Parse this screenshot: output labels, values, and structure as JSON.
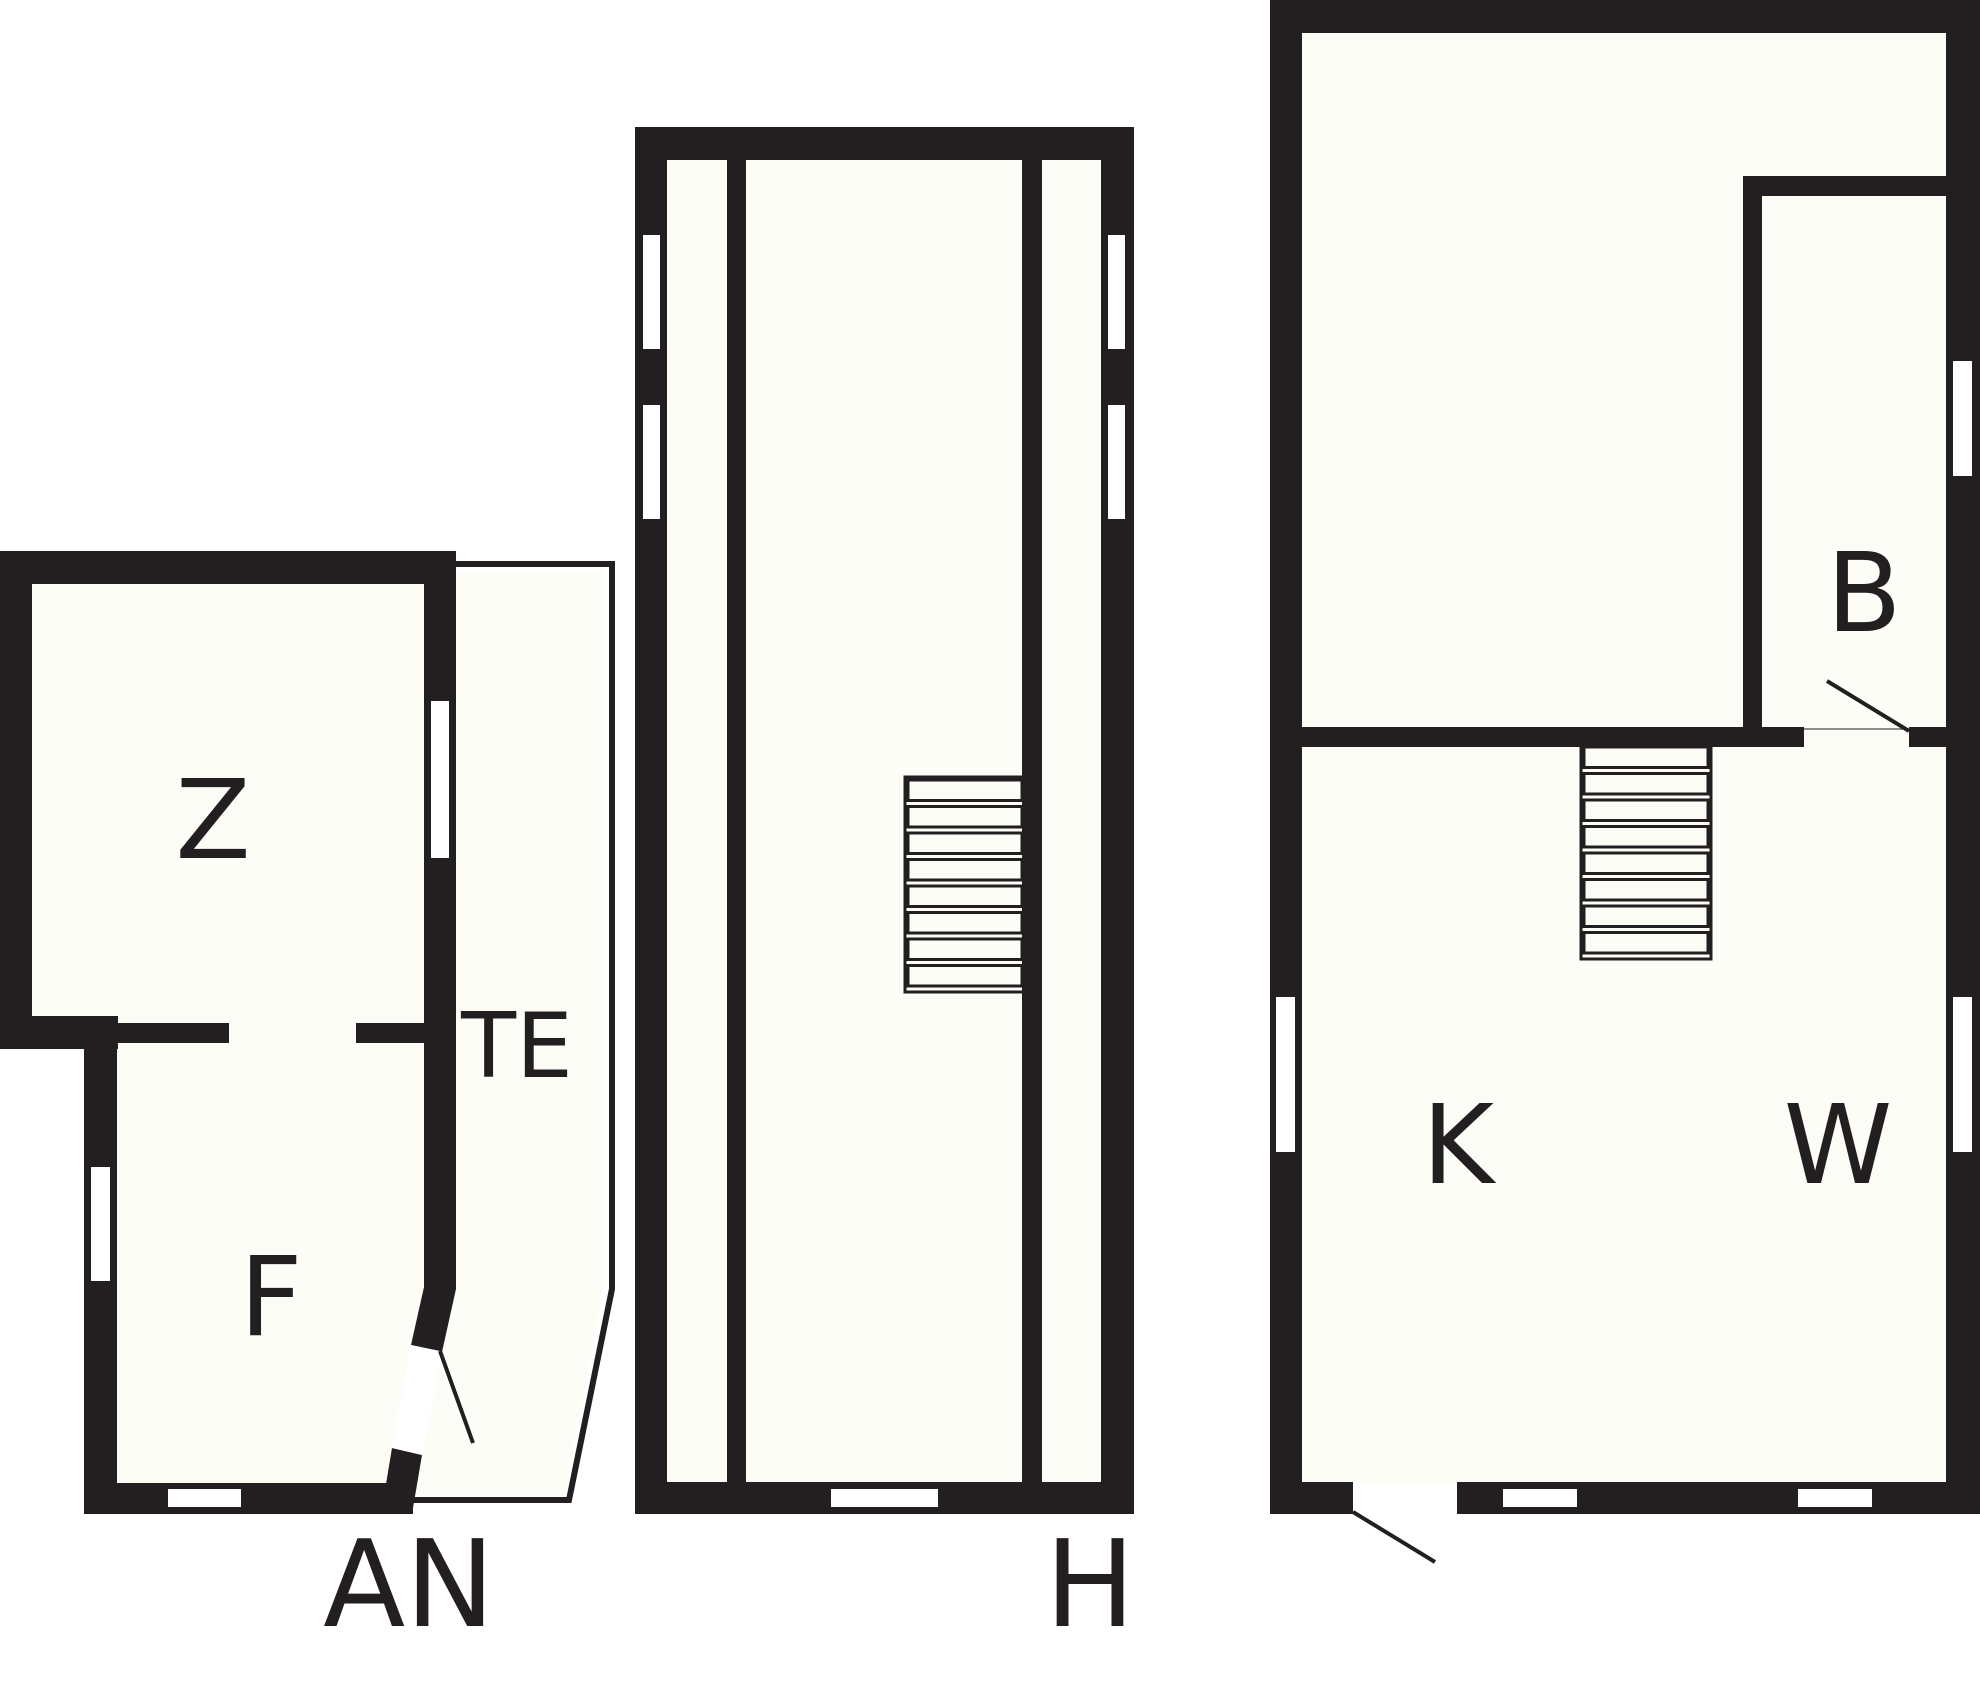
{
  "colors": {
    "wall": "#231f20",
    "floor": "#fdfdf8",
    "window": "#ffffff",
    "background": "#ffffff"
  },
  "labels": {
    "room_z": "Z",
    "room_f": "F",
    "room_te": "TE",
    "room_b": "B",
    "room_k": "K",
    "room_w": "W",
    "building_an": "AN",
    "building_h": "H"
  }
}
